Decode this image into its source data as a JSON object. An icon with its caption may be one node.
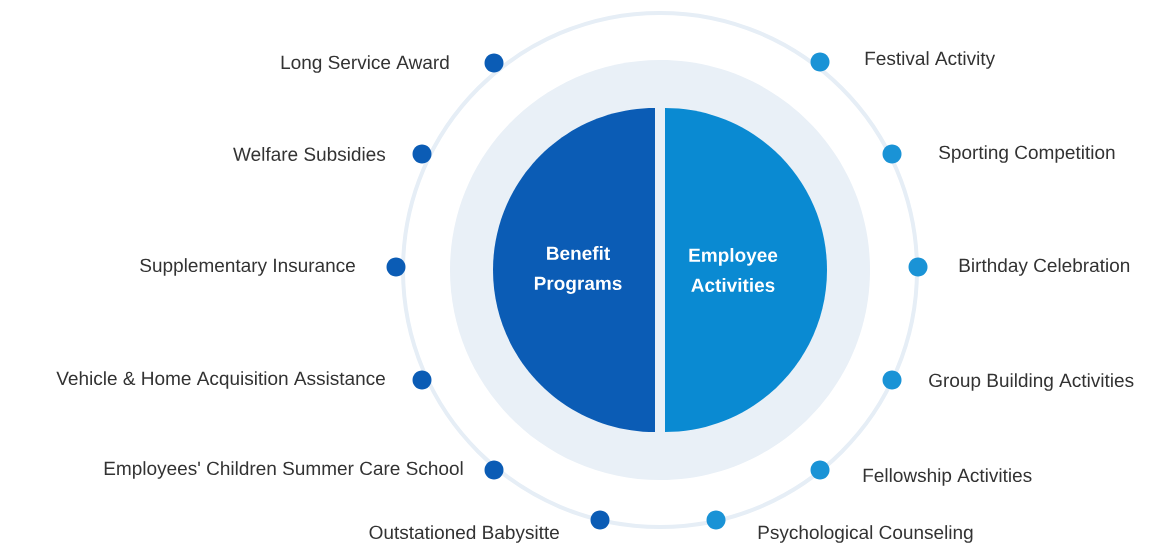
{
  "diagram": {
    "nodes": [
      {
        "text": [
          "Benefit Programs"
        ]
      },
      {
        "text": [
          "Employee Activities"
        ]
      },
      {
        "text": [],
        "shape": "circle",
        "beside": [
          "Long Service Award"
        ]
      },
      {
        "text": [],
        "shape": "circle",
        "beside": [
          "Welfare Subsidies"
        ]
      },
      {
        "text": [],
        "shape": "circle",
        "beside": [
          "Supplementary Insurance"
        ]
      },
      {
        "text": [],
        "shape": "circle",
        "beside": [
          "Vehicle & Home Acquisition Assistance"
        ]
      },
      {
        "text": [],
        "shape": "circle",
        "beside": [
          "Employees' Children Summer Care School"
        ]
      },
      {
        "text": [],
        "shape": "circle",
        "beside": [
          "Outstationed Babysitte"
        ]
      },
      {
        "text": [],
        "shape": "circle",
        "beside": [
          "Festival Activity"
        ]
      },
      {
        "text": [],
        "shape": "circle",
        "beside": [
          "Sporting Competition"
        ]
      },
      {
        "text": [],
        "shape": "circle",
        "beside": [
          "Birthday Celebration"
        ]
      },
      {
        "text": [],
        "shape": "circle",
        "beside": [
          "Group Building Activities"
        ]
      },
      {
        "text": [],
        "shape": "circle",
        "beside": [
          "Fellowship Activities"
        ]
      },
      {
        "text": [],
        "shape": "circle",
        "beside": [
          "Psychological Counseling"
        ]
      }
    ]
  }
}
